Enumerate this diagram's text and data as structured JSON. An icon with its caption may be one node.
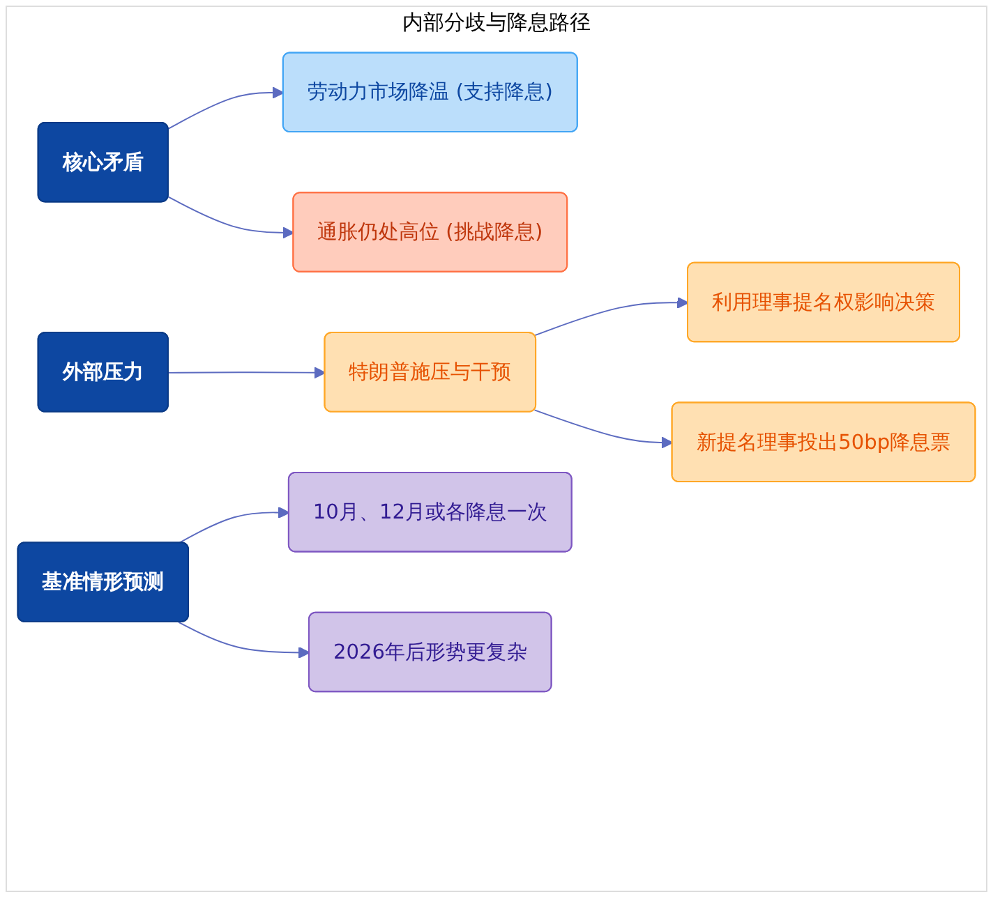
{
  "diagram": {
    "title": "内部分歧与降息路径",
    "nodes": [
      {
        "text": [
          "核心矛盾"
        ]
      },
      {
        "text": [
          "劳动力市场降温 (支持降息)"
        ]
      },
      {
        "text": [
          "通胀仍处高位 (挑战降息)"
        ]
      },
      {
        "text": [
          "外部压力"
        ]
      },
      {
        "text": [
          "特朗普施压与干预"
        ]
      },
      {
        "text": [
          "利用理事提名权影响决策"
        ]
      },
      {
        "text": [
          "新提名理事投出50bp降息票"
        ]
      },
      {
        "text": [
          "基准情形预测"
        ]
      },
      {
        "text": [
          "10月、12月或各降息一次"
        ]
      },
      {
        "text": [
          "2026年后形势更复杂"
        ]
      }
    ],
    "edges": [
      {
        "from": 0,
        "to": 1,
        "arrow": "to"
      },
      {
        "from": 0,
        "to": 2,
        "arrow": "to"
      },
      {
        "from": 3,
        "to": 4,
        "arrow": "to"
      },
      {
        "from": 4,
        "to": 5,
        "arrow": "to"
      },
      {
        "from": 4,
        "to": 6,
        "arrow": "to"
      },
      {
        "from": 7,
        "to": 8,
        "arrow": "to"
      },
      {
        "from": 7,
        "to": 9,
        "arrow": "to"
      }
    ]
  }
}
